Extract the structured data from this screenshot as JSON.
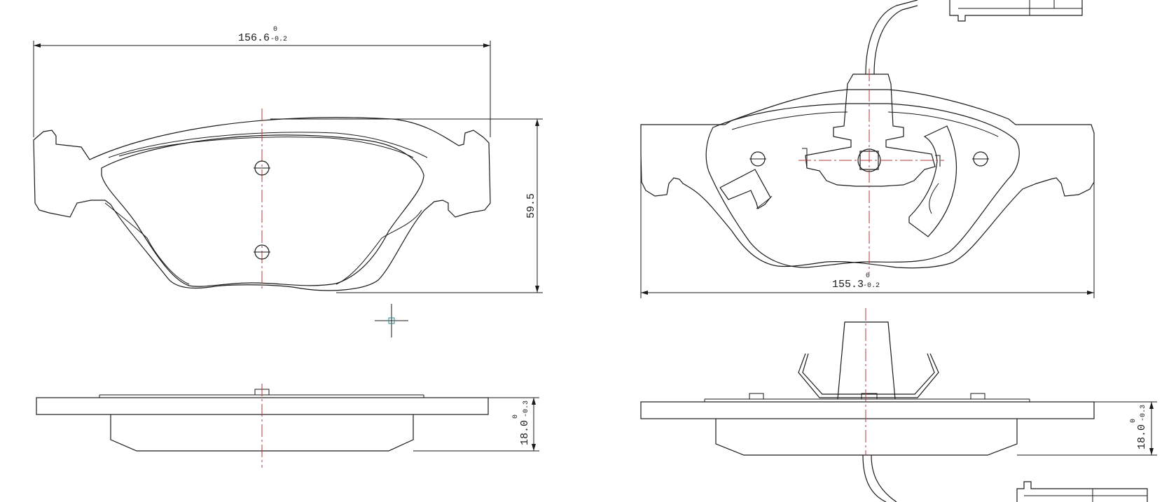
{
  "drawing": {
    "front_pad": {
      "width_dim": {
        "value": "156.6",
        "tol_upper": "0",
        "tol_lower": "-0.2"
      },
      "height_dim": {
        "value": "59.5"
      }
    },
    "front_pad_side": {
      "thickness_dim": {
        "value": "18.0",
        "tol_upper": "0",
        "tol_lower": "-0.3"
      }
    },
    "rear_pad": {
      "width_dim": {
        "value": "155.3",
        "tol_upper": "0",
        "tol_lower": "-0.2"
      }
    },
    "rear_pad_side": {
      "thickness_dim": {
        "value": "18.0",
        "tol_upper": "0",
        "tol_lower": "-0.3"
      }
    }
  },
  "colors": {
    "line": "#1a1a1a",
    "centerline": "#b23a3a",
    "cursor_box": "#2a8a8a",
    "background": "#ffffff"
  }
}
